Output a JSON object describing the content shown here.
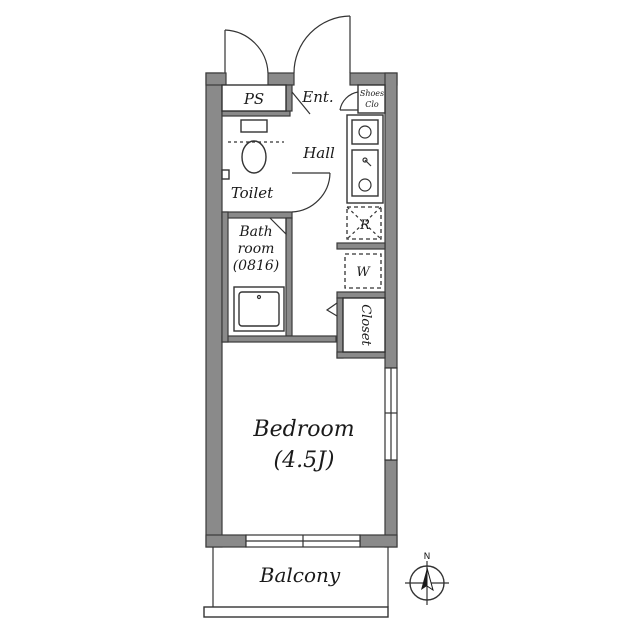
{
  "rooms": {
    "ps": "PS",
    "entrance": "Ent.",
    "shoes_closet_line1": "Shoes",
    "shoes_closet_line2": "Clo",
    "hall": "Hall",
    "toilet": "Toilet",
    "bathroom_line1": "Bath",
    "bathroom_line2": "room",
    "bathroom_line3": "(0816)",
    "refrigerator": "R",
    "washer": "W",
    "closet": "Closet",
    "bedroom": "Bedroom",
    "bedroom_size": "(4.5J)",
    "balcony": "Balcony"
  },
  "compass": {
    "north_label": "N"
  }
}
